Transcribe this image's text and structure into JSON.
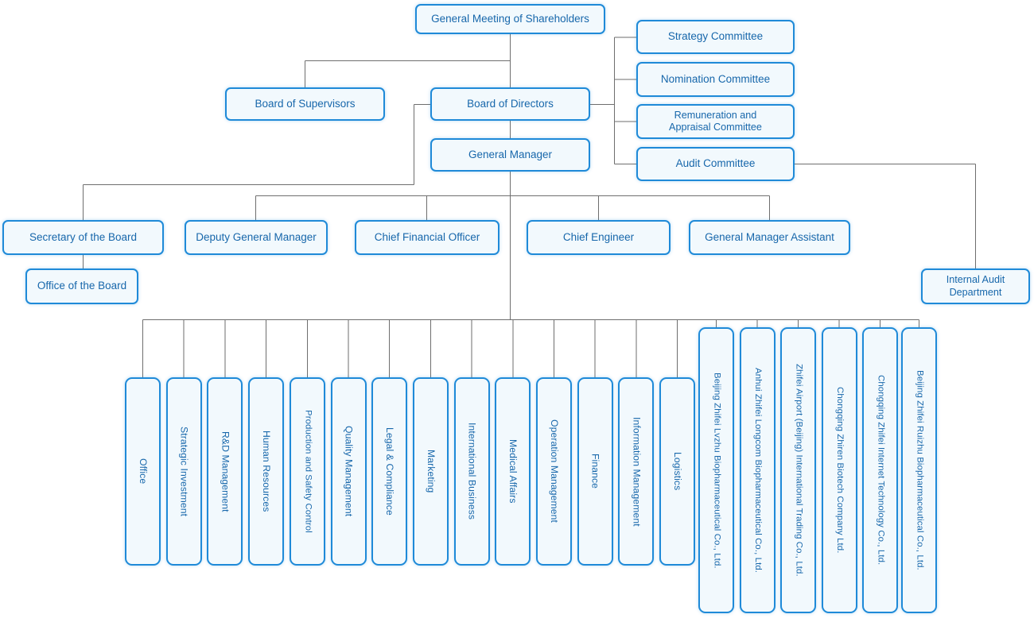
{
  "meta": {
    "title": "Corporate Organizational Structure Chart",
    "colors": {
      "box_border": "#1f8ad8",
      "box_fill": "#f2f9fd",
      "text": "#1767ab",
      "connector": "#6e6e6e",
      "background": "#ffffff"
    }
  },
  "governance": {
    "shareholders": "General Meeting of Shareholders",
    "board_of_supervisors": "Board of Supervisors",
    "board_of_directors": "Board of Directors",
    "general_manager": "General Manager"
  },
  "committees": [
    {
      "label": "Strategy Committee"
    },
    {
      "label": "Nomination Committee"
    },
    {
      "label": "Remuneration and\nAppraisal Committee"
    },
    {
      "label": "Audit Committee"
    }
  ],
  "internal_audit": {
    "label": "Internal Audit\nDepartment"
  },
  "executives": [
    {
      "label": "Secretary of the Board"
    },
    {
      "label": "Deputy General Manager"
    },
    {
      "label": "Chief Financial Officer"
    },
    {
      "label": "Chief Engineer"
    },
    {
      "label": "General Manager Assistant"
    }
  ],
  "board_office": {
    "label": "Office of the Board"
  },
  "departments": [
    {
      "label": "Office"
    },
    {
      "label": "Strategic Investment"
    },
    {
      "label": "R&D Management"
    },
    {
      "label": "Human Resources"
    },
    {
      "label": "Production and Safety Control"
    },
    {
      "label": "Quality Management"
    },
    {
      "label": "Legal & Compliance"
    },
    {
      "label": "Marketing"
    },
    {
      "label": "International Business"
    },
    {
      "label": "Medical Affairs"
    },
    {
      "label": "Operation Management"
    },
    {
      "label": "Finance"
    },
    {
      "label": "Information Management"
    },
    {
      "label": "Logistics"
    }
  ],
  "subsidiaries": [
    {
      "label": "Beijing Zhifei Lvzhu Biopharmaceutical Co., Ltd."
    },
    {
      "label": "Anhui Zhifei Longcom Biopharmaceutical Co., Ltd."
    },
    {
      "label": "Zhifei Airport (Beijing) International Trading Co., Ltd."
    },
    {
      "label": "Chongqing Zhiren Biotech Company Ltd."
    },
    {
      "label": "Chongqing Zhifei Internet Technology Co., Ltd."
    },
    {
      "label": "Beijing Zhifei Ruizhu Biopharmaceutical Co., Ltd."
    }
  ]
}
